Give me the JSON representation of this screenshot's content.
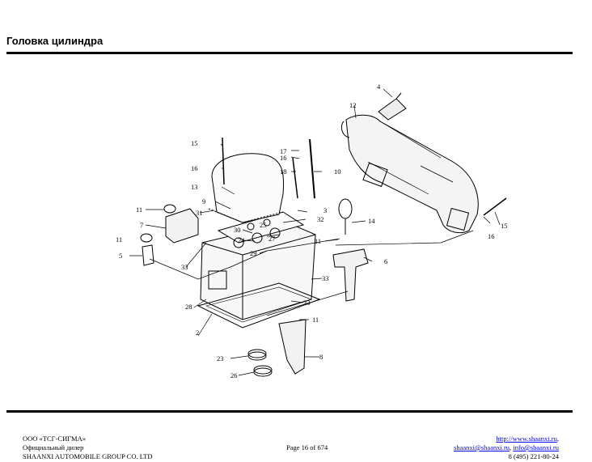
{
  "header": {
    "title": "Головка цилиндра"
  },
  "figure": {
    "callouts": {
      "c4": "4",
      "c12": "12",
      "c15a": "15",
      "c16a": "16",
      "c17": "17",
      "c16b": "16",
      "c18": "18",
      "c10": "10",
      "c13": "13",
      "c9": "9",
      "c11a": "11",
      "c7": "7",
      "c31": "31",
      "c25": "25",
      "c3": "3",
      "c32": "32",
      "c14": "14",
      "c11b": "11",
      "c30": "30",
      "c24": "24",
      "c27": "27",
      "c29": "29",
      "c5": "5",
      "c33a": "33",
      "c6": "6",
      "c33b": "33",
      "c33c": "33",
      "c28": "28",
      "c11c": "11",
      "c2": "2",
      "c8": "8",
      "c23": "23",
      "c26": "26",
      "c15b": "15",
      "c16c": "16"
    }
  },
  "footer": {
    "company": "ООО «ТСГ-СИГМА»",
    "dealer": "Официальный дилер",
    "group": "SHAANXI AUTOMOBILE GROUP CO. LTD",
    "page": "Page 16 of 674",
    "website": "http://www.shaanxi.ru",
    "website_suffix": ",",
    "email1": "shaanxi@shaanxi.ru",
    "email_sep": ", ",
    "email2": "info@shaanxi.ru",
    "phone": "8 (495) 221-80-24"
  }
}
